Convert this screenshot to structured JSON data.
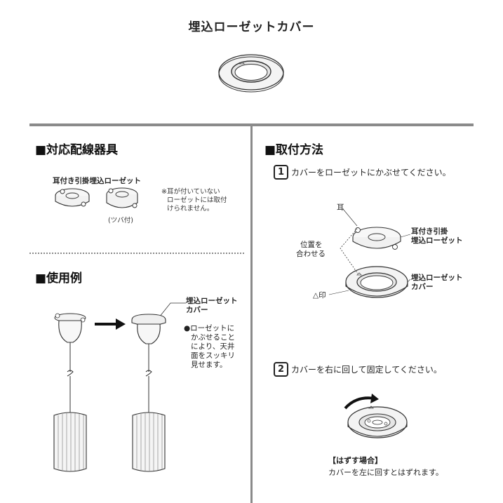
{
  "title": "埋込ローゼットカバー",
  "left": {
    "section1_heading": "■対応配線器具",
    "device_label": "耳付き引掛埋込ローゼット",
    "note": [
      "※耳が付いていない",
      "ローゼットには取付",
      "けられません。"
    ],
    "tsuba_label": "(ツバ付)",
    "section2_heading": "■使用例",
    "cover_label": [
      "埋込ローゼット",
      "カバー"
    ],
    "usage_note": [
      "●ローゼットに",
      "かぶせること",
      "により、天井",
      "面をスッキリ",
      "見せます。"
    ]
  },
  "right": {
    "heading": "■取付方法",
    "step1_num": "1",
    "step1_text": "カバーをローゼットにかぶせてください。",
    "ear_label": "耳",
    "align_label": [
      "位置を",
      "合わせる"
    ],
    "rosette_label": [
      "耳付き引掛",
      "埋込ローゼット"
    ],
    "cover_label": [
      "埋込ローゼット",
      "カバー"
    ],
    "triangle_label": "△印",
    "step2_num": "2",
    "step2_text": "カバーを右に回して固定してください。",
    "remove_heading": "【はずす場合】",
    "remove_text": "カバーを左に回すとはずれます。"
  }
}
